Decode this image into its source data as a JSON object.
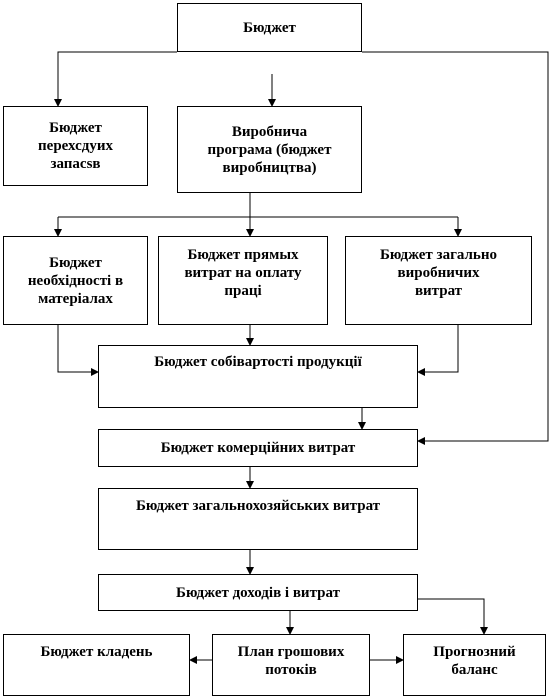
{
  "diagram": {
    "nodes": {
      "budget": "Бюджет",
      "reserves": "Бюджет\nперехсдуих\nзапаcsв",
      "production": "Виробнича\nпрограма (бюджет\nвиробництва)",
      "materials": "Бюджет\nнеобхідності в\nматеріалах",
      "direct_labor": "Бюджет прямых\nвитрат на оплату\nпраці",
      "overhead": "Бюджет загально\nвиробничих\nвитрат",
      "cost": "Бюджет собівартості продукції",
      "commercial": "Бюджет комерційних витрат",
      "general_admin": "Бюджет загальнохозяйських витрат",
      "income_expenses": "Бюджет доходів і витрат",
      "deposits": "Бюджет кладень",
      "cash_flow": "План грошових\nпотоків",
      "forecast_balance": "Прогнозний\nбаланс"
    }
  }
}
